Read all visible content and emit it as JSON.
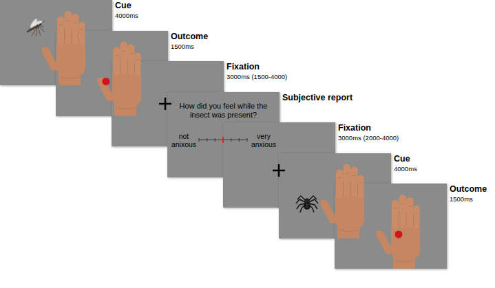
{
  "diagram": {
    "nodes": [
      {
        "text": [
          "Cue",
          "4000ms"
        ]
      },
      {
        "text": [
          "Outcome",
          "1500ms"
        ]
      },
      {
        "text": [
          "Fixation",
          "3000ms (1500-4000)"
        ]
      },
      {
        "text": [
          "Subjective report",
          "How did you feel while the insect was present?",
          "not anixous",
          "very anxious"
        ]
      },
      {
        "text": [
          "Fixation",
          "3000ms (2000-4000)"
        ]
      },
      {
        "text": [
          "Cue",
          "4000ms"
        ]
      },
      {
        "text": [
          "Outcome",
          "1500ms"
        ]
      }
    ]
  }
}
